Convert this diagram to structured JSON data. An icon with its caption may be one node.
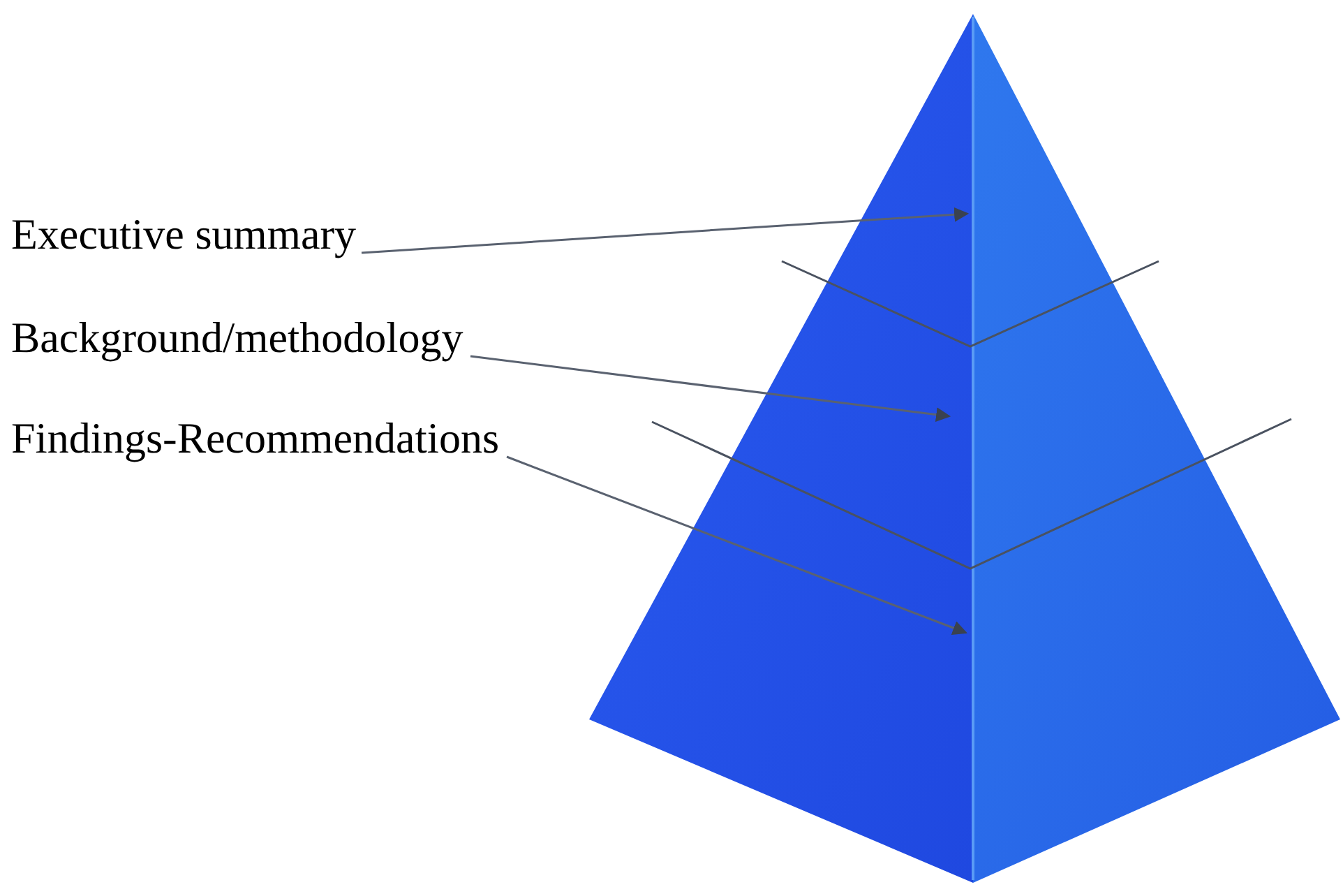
{
  "diagram": {
    "nodes": [
      {
        "text": [
          "Executive summary"
        ]
      },
      {
        "text": [
          "Background/methodology"
        ]
      },
      {
        "text": [
          "Findings-Recommendations"
        ]
      }
    ],
    "edges": [
      {
        "from": 0,
        "to": null,
        "arrow": "to"
      },
      {
        "from": 1,
        "to": null,
        "arrow": "to"
      },
      {
        "from": 2,
        "to": null,
        "arrow": "to"
      }
    ]
  }
}
